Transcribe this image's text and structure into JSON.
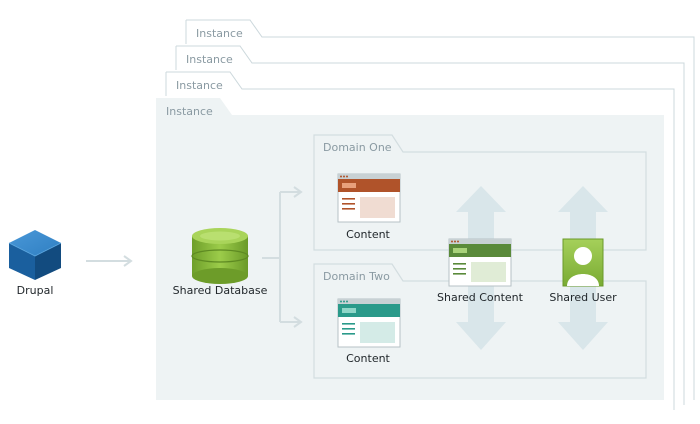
{
  "instances": [
    {
      "label": "Instance"
    },
    {
      "label": "Instance"
    },
    {
      "label": "Instance"
    },
    {
      "label": "Instance"
    }
  ],
  "drupal": {
    "label": "Drupal",
    "icon": "cube-icon",
    "color": "#1f6fb5"
  },
  "database": {
    "label": "Shared Database",
    "icon": "database-icon",
    "color": "#8cbf3f"
  },
  "domains": [
    {
      "label": "Domain One",
      "content_label": "Content",
      "accent": "#b0532a"
    },
    {
      "label": "Domain Two",
      "content_label": "Content",
      "accent": "#2a9a8a"
    }
  ],
  "shared_content": {
    "label": "Shared Content",
    "icon": "browser-window-icon",
    "accent": "#5a8a3a"
  },
  "shared_user": {
    "label": "Shared User",
    "icon": "user-icon",
    "color": "#8cbf3f"
  },
  "colors": {
    "panel": "#eef3f4",
    "panel_line": "#d7e0e3",
    "arrow": "#d9e6ea",
    "tab_line": "#ccd8dc"
  }
}
